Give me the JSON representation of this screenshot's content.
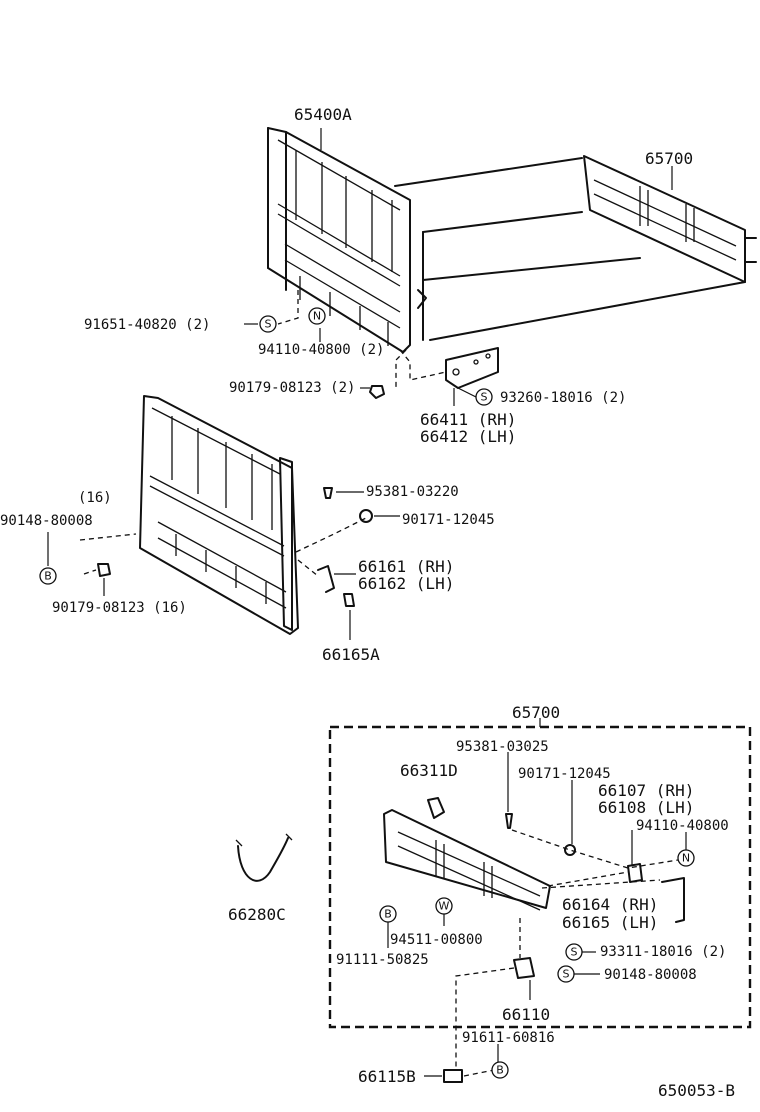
{
  "diagram_id": "650053-B",
  "symbols": {
    "S": "S",
    "N": "N",
    "B": "B",
    "W": "W"
  },
  "upper": {
    "front_panel": "65400A",
    "tailgate": "65700",
    "p91651": "91651-40820 (2)",
    "p94110": "94110-40800 (2)",
    "p90179": "90179-08123 (2)",
    "p93260": "93260-18016 (2)",
    "hinge_rh": "66411 (RH)",
    "hinge_lh": "66412 (LH)"
  },
  "middle": {
    "qty16": "(16)",
    "p90148": "90148-80008",
    "p90179": "90179-08123 (16)",
    "p95381": "95381-03220",
    "p90171": "90171-12045",
    "hook_rh": "66161 (RH)",
    "hook_lh": "66162 (LH)",
    "p66165A": "66165A"
  },
  "lower": {
    "chain": "66280C",
    "group": "65700",
    "p95381": "95381-03025",
    "p66311D": "66311D",
    "p90171": "90171-12045",
    "p66107": "66107 (RH)",
    "p66108": "66108 (LH)",
    "p94110": "94110-40800",
    "p66164": "66164 (RH)",
    "p66165": "66165 (LH)",
    "p94511": "94511-00800",
    "p91111": "91111-50825",
    "p93311": "93311-18016 (2)",
    "p90148": "90148-80008",
    "p66110": "66110",
    "p91611": "91611-60816",
    "p66115B": "66115B"
  }
}
